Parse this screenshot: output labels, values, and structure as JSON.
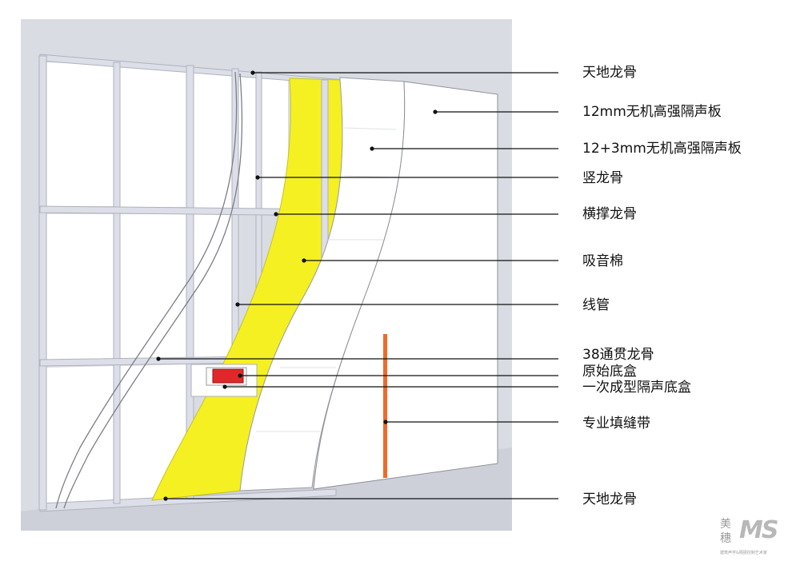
{
  "labels": {
    "ceiling_floor_keel_top": "天地龙骨",
    "board_12mm": "12mm无机高强隔声板",
    "board_12_3mm": "12+3mm无机高强隔声板",
    "vertical_keel": "竖龙骨",
    "cross_brace_keel": "横撑龙骨",
    "sound_absorbing_cotton": "吸音棉",
    "conduit": "线管",
    "through_keel_38": "38通贯龙骨",
    "original_box": "原始底盒",
    "soundproof_box": "一次成型隔声底盒",
    "joint_tape": "专业填缝带",
    "ceiling_floor_keel_bottom": "天地龙骨"
  },
  "logo": {
    "char_1": "美",
    "char_2": "穗",
    "mark": "MS",
    "subtitle": "建筑声学&隔振控制艺术家"
  },
  "colors": {
    "insulation": "#f5f022",
    "red_box": "#e0282a",
    "tape": "#f06a2a",
    "frame": "#d8dbe4",
    "background": "#d9dce3"
  }
}
